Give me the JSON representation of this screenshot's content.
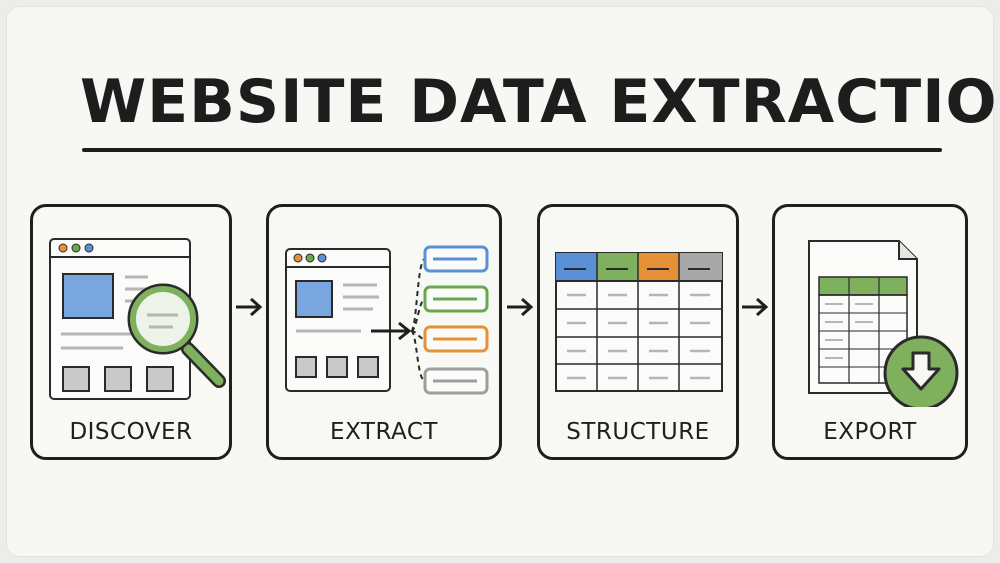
{
  "title": "WEBSITE DATA EXTRACTION",
  "steps": [
    {
      "label": "DISCOVER",
      "icon": "browser-magnifier-icon"
    },
    {
      "label": "EXTRACT",
      "icon": "browser-extract-fields-icon"
    },
    {
      "label": "STRUCTURE",
      "icon": "table-icon"
    },
    {
      "label": "EXPORT",
      "icon": "spreadsheet-download-icon"
    }
  ],
  "colors": {
    "ink": "#1f1f1f",
    "blue": "#5b8fd6",
    "green": "#6aa84f",
    "orange": "#e69138",
    "gray": "#9e9e9e",
    "red": "#d9634a",
    "yellow": "#e8b84a"
  }
}
